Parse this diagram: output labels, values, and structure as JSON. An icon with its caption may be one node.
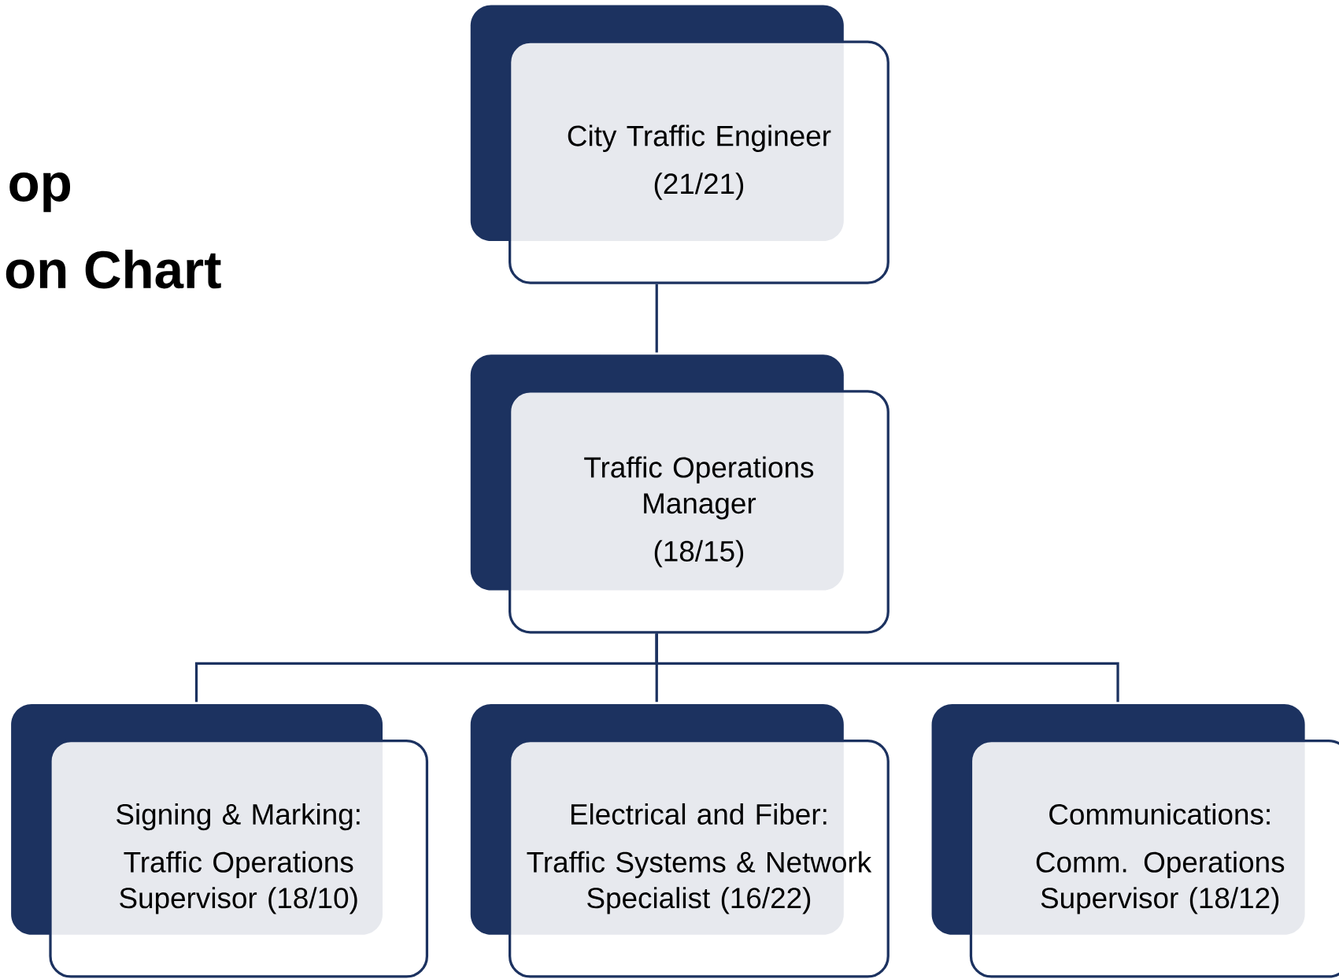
{
  "diagram": {
    "nodes": [
      {
        "text": [
          "City Traffic Engineer",
          "(21/21)"
        ]
      },
      {
        "text": [
          "Traffic Operations Manager",
          "(18/15)"
        ]
      },
      {
        "text": [
          "Signing & Marking:",
          "Traffic Operations Supervisor (18/10)"
        ]
      },
      {
        "text": [
          "Electrical and Fiber:",
          "Traffic Systems & Network Specialist (16/22)"
        ]
      },
      {
        "text": [
          "Communications:",
          "Comm. Operations Supervisor (18/12)"
        ]
      }
    ],
    "edges": [
      {
        "from": 0,
        "to": 1,
        "arrow": "none"
      },
      {
        "from": 1,
        "to": 2,
        "arrow": "none"
      },
      {
        "from": 1,
        "to": 3,
        "arrow": "none"
      },
      {
        "from": 1,
        "to": 4,
        "arrow": "none"
      }
    ],
    "labels": [
      "op",
      "on Chart"
    ]
  }
}
